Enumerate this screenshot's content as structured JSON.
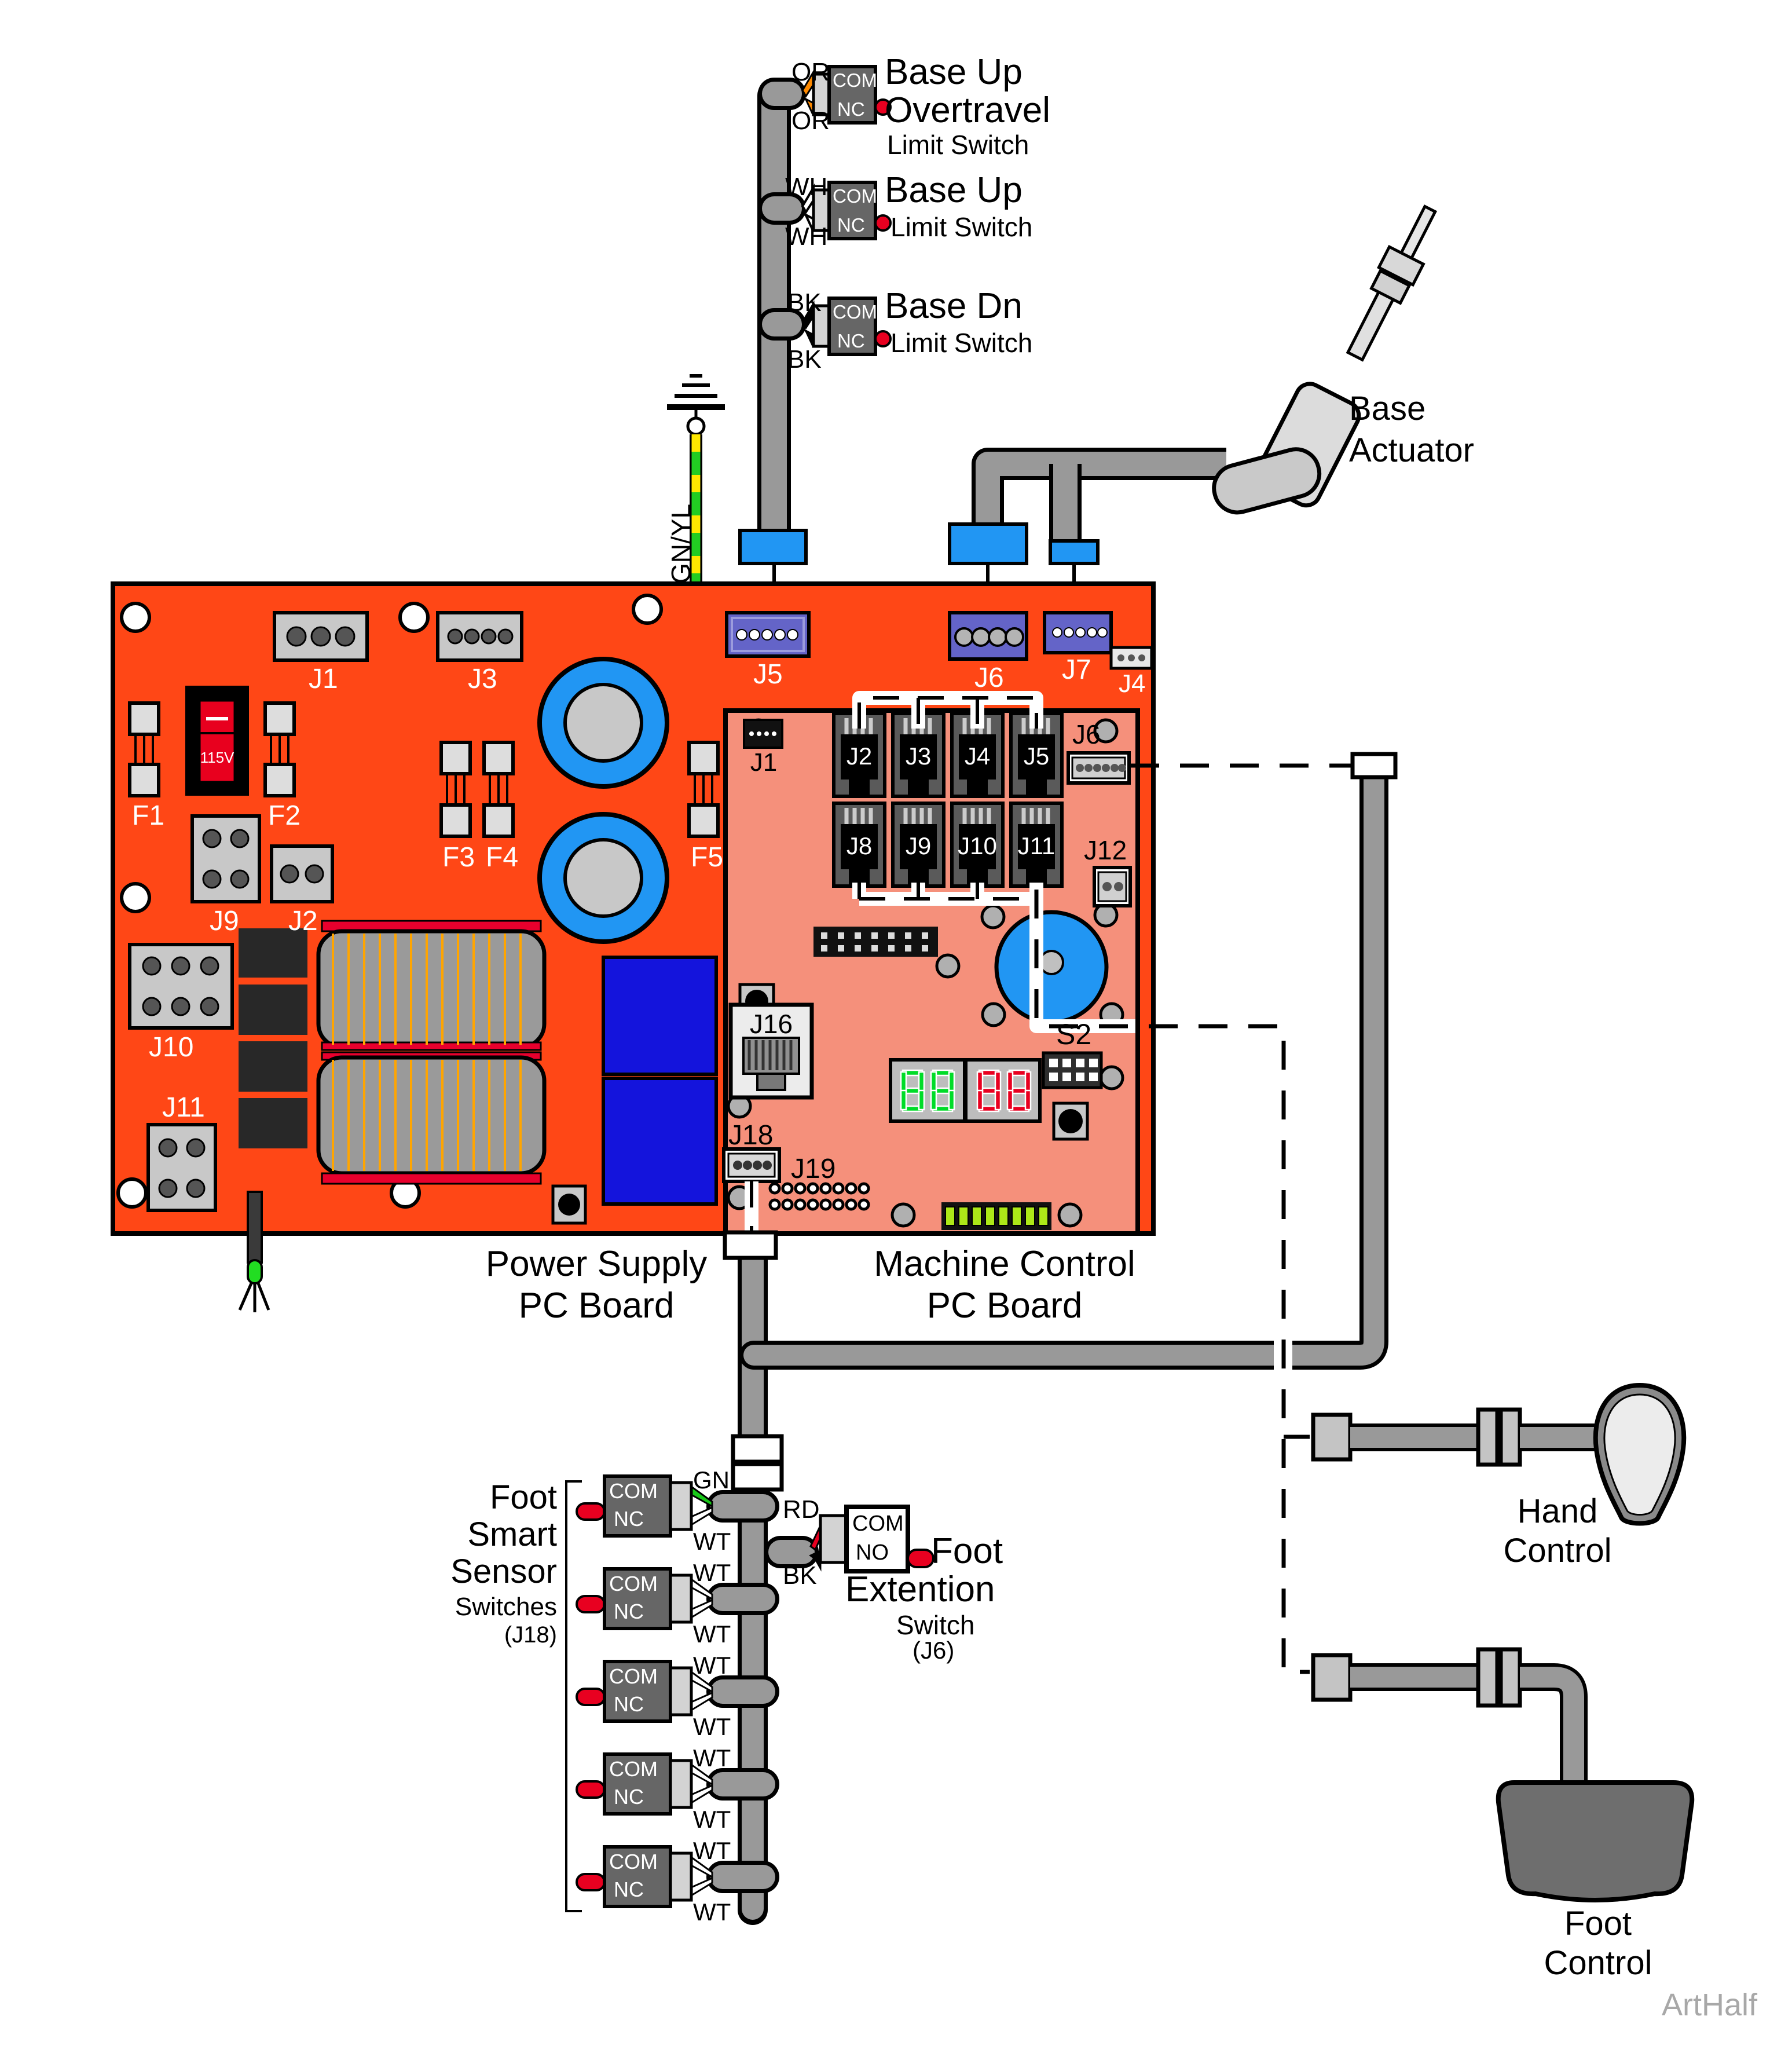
{
  "limit_switches": {
    "com": "COM",
    "nc": "NC",
    "rows": [
      {
        "wire": "OR",
        "title": [
          "Base Up",
          "Overtravel"
        ],
        "subtitle": "Limit Switch"
      },
      {
        "wire": "WH",
        "title": [
          "Base Up",
          ""
        ],
        "subtitle": "Limit Switch"
      },
      {
        "wire": "BK",
        "title": [
          "Base Dn",
          ""
        ],
        "subtitle": "Limit Switch"
      }
    ]
  },
  "ground_wire_label": "GN/YL",
  "actuator": {
    "line1": "Base",
    "line2": "Actuator"
  },
  "power_board": {
    "title1": "Power Supply",
    "title2": "PC Board",
    "refs": {
      "j1": "J1",
      "j3": "J3",
      "f1": "F1",
      "f2": "F2",
      "f3": "F3",
      "f4": "F4",
      "f5": "F5",
      "j9": "J9",
      "j2": "J2",
      "j10": "J10",
      "j11": "J11",
      "j5": "J5",
      "j6": "J6",
      "j7": "J7",
      "j4": "J4",
      "voltage": "115V"
    }
  },
  "control_board": {
    "title1": "Machine Control",
    "title2": "PC Board",
    "refs": {
      "j1": "J1",
      "j2": "J2",
      "j3": "J3",
      "j4": "J4",
      "j5": "J5",
      "j6": "J6",
      "j8": "J8",
      "j9": "J9",
      "j10": "J10",
      "j11": "J11",
      "j12": "J12",
      "j16": "J16",
      "j18": "J18",
      "j19": "J19",
      "s2": "S2"
    },
    "display_left": "88",
    "display_right": "88",
    "display_left_color": "#00dc28",
    "display_right_color": "#e80020"
  },
  "foot_sensors": {
    "label1": "Foot",
    "label2": "Smart",
    "label3": "Sensor",
    "sub1": "Switches",
    "sub2": "(J18)",
    "com": "COM",
    "nc": "NC",
    "rows": [
      {
        "top": "GN",
        "bottom": "WT"
      },
      {
        "top": "WT",
        "bottom": "WT"
      },
      {
        "top": "WT",
        "bottom": "WT"
      },
      {
        "top": "WT",
        "bottom": "WT"
      },
      {
        "top": "WT",
        "bottom": "WT"
      }
    ]
  },
  "foot_extension": {
    "com": "COM",
    "no": "NO",
    "rd": "RD",
    "bk": "BK",
    "label1": "Foot",
    "label2": "Extention",
    "sub1": "Switch",
    "sub2": "(J6)"
  },
  "hand_control": {
    "line1": "Hand",
    "line2": "Control"
  },
  "foot_control": {
    "line1": "Foot",
    "line2": "Control"
  },
  "watermark": "ArtHalf",
  "colors": {
    "power_board": "#ff4716",
    "control_board": "#f5907b",
    "connector_purple": "#6464c8",
    "cable_gray": "#999999",
    "blue": "#2196f3",
    "relay_blue": "#1414dc",
    "led_red": "#e80020",
    "led_green": "#22dd22",
    "wire_orange": "#ff8a00",
    "led_strip": "#ade818"
  }
}
